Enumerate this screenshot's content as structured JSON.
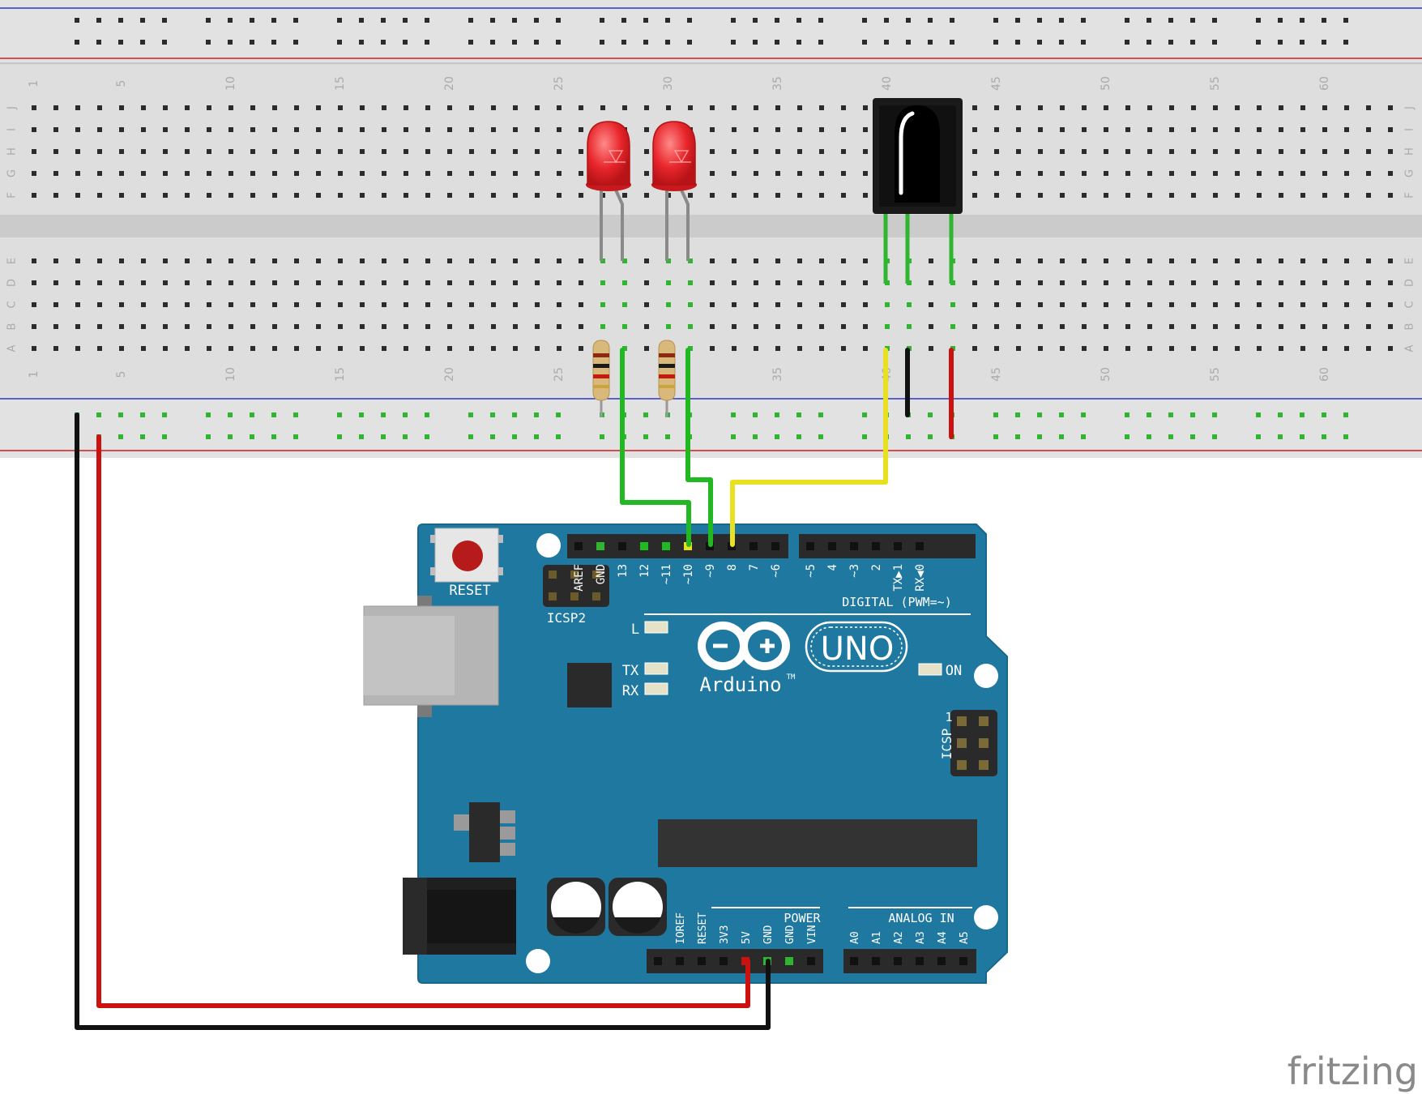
{
  "breadboard": {
    "column_numbers": [
      "1",
      "5",
      "10",
      "15",
      "20",
      "25",
      "30",
      "35",
      "40",
      "45",
      "50",
      "55",
      "60"
    ],
    "rows_top": [
      "J",
      "I",
      "H",
      "G",
      "F"
    ],
    "rows_bottom": [
      "E",
      "D",
      "C",
      "B",
      "A"
    ]
  },
  "arduino": {
    "board_name": "UNO",
    "brand": "Arduino",
    "trademark": "TM",
    "reset_label": "RESET",
    "icsp2_label": "ICSP2",
    "icsp_label": "ICSP",
    "icsp_pin1": "1",
    "digital_header_label": "DIGITAL (PWM=~)",
    "digital_pins": [
      "AREF",
      "GND",
      "13",
      "12",
      "~11",
      "~10",
      "~9",
      "8",
      "7",
      "~6",
      "~5",
      "4",
      "~3",
      "2",
      "TX▶1",
      "RX◀0"
    ],
    "led_l": "L",
    "led_tx": "TX",
    "led_rx": "RX",
    "led_on": "ON",
    "power_header_label": "POWER",
    "power_pins": [
      "IOREF",
      "RESET",
      "3V3",
      "5V",
      "GND",
      "GND",
      "VIN"
    ],
    "analog_header_label": "ANALOG IN",
    "analog_pins": [
      "A0",
      "A1",
      "A2",
      "A3",
      "A4",
      "A5"
    ]
  },
  "components": {
    "leds": [
      {
        "color": "#e8262b"
      },
      {
        "color": "#e8262b"
      }
    ],
    "resistor_count": 2,
    "ir_receiver": {
      "color": "#1a1a1a"
    }
  },
  "wire_colors": {
    "green": "#22b822",
    "yellow": "#e8e020",
    "black": "#111111",
    "red": "#cc1111"
  },
  "footer": {
    "logo": "fritzing"
  }
}
